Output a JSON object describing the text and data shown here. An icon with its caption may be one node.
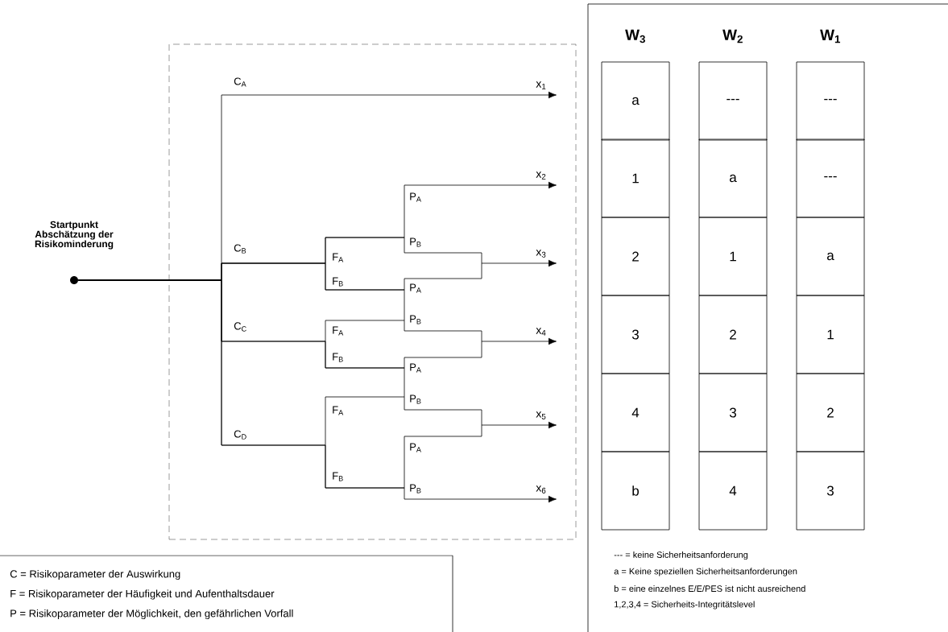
{
  "diagram": {
    "nodes": [
      {
        "text": [],
        "shape": "circle",
        "beside": [
          "Startpunkt Abschätzung der Risikominderung"
        ]
      },
      {
        "text": [],
        "shape": "box"
      },
      {
        "text": [
          "x$_{1}$"
        ],
        "in": 1
      },
      {
        "text": [
          "x$_{2}$"
        ],
        "in": 1
      },
      {
        "text": [
          "x$_{3}$"
        ],
        "in": 1
      },
      {
        "text": [
          "x$_{4}$"
        ],
        "in": 1
      },
      {
        "text": [
          "x$_{5}$"
        ],
        "in": 1
      },
      {
        "text": [
          "x$_{6}$"
        ],
        "in": 1
      },
      {
        "text": [
          "--- = keine Sicherheitsanforderung",
          "a = Keine speziellen Sicherheitsanforderungen",
          "b = eine einzelnes E/E/PES ist nicht ausreichend",
          "1,2,3,4 = Sicherheits-Integritätslevel"
        ]
      },
      {
        "text": [
          "a"
        ],
        "in": 8
      },
      {
        "text": [
          "---"
        ],
        "in": 8
      },
      {
        "text": [
          "---"
        ],
        "in": 8
      },
      {
        "text": [
          "1"
        ],
        "in": 8
      },
      {
        "text": [
          "a"
        ],
        "in": 8
      },
      {
        "text": [
          "---"
        ],
        "in": 8
      },
      {
        "text": [
          "2"
        ],
        "in": 8
      },
      {
        "text": [
          "1"
        ],
        "in": 8
      },
      {
        "text": [
          "a"
        ],
        "in": 8
      },
      {
        "text": [
          "3"
        ],
        "in": 8
      },
      {
        "text": [
          "2"
        ],
        "in": 8
      },
      {
        "text": [
          "1"
        ],
        "in": 8
      },
      {
        "text": [
          "4"
        ],
        "in": 8
      },
      {
        "text": [
          "3"
        ],
        "in": 8
      },
      {
        "text": [
          "2"
        ],
        "in": 8
      },
      {
        "text": [
          "b"
        ],
        "in": 8
      },
      {
        "text": [
          "4"
        ],
        "in": 8
      },
      {
        "text": [
          "3"
        ],
        "in": 8
      },
      {
        "text": [
          "C = Risikoparameter der Auswirkung",
          "F = Risikoparameter der Häufigkeit und Aufenthaltsdauer",
          "P = Risikoparameter der Möglichkeit, den gefährlichen Vorfall"
        ]
      }
    ],
    "edges": [
      {
        "from": 0,
        "to": 2,
        "arrow": "to"
      },
      {
        "from": 0,
        "to": 3,
        "arrow": "to"
      },
      {
        "from": 0,
        "to": 4,
        "arrow": "to"
      },
      {
        "from": 0,
        "to": 5,
        "arrow": "to"
      },
      {
        "from": 0,
        "to": 6,
        "arrow": "to"
      },
      {
        "from": 0,
        "to": 7,
        "arrow": "to"
      }
    ],
    "labels": [
      "C$_{A}$",
      "P$_{A}$",
      "C$_{B}$",
      "P$_{B}$",
      "F$_{A}$",
      "F$_{B}$",
      "P$_{A}$",
      "C$_{C}$",
      "P$_{B}$",
      "F$_{A}$",
      "F$_{B}$",
      "P$_{A}$",
      "P$_{B}$",
      "F$_{A}$",
      "C$_{D}$",
      "P$_{A}$",
      "F$_{B}$",
      "P$_{B}$",
      "W$_{3}$",
      "W$_{2}$",
      "W$_{1}$"
    ]
  }
}
